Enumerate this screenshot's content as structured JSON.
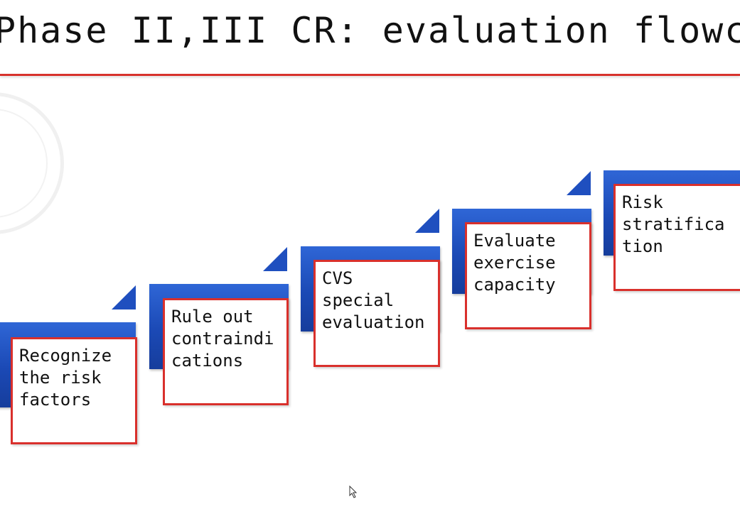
{
  "slide": {
    "title": "Phase II,III CR: evaluation flowchat"
  },
  "colors": {
    "accent_red": "#d9302c",
    "step_blue": "#1b49b5",
    "text": "#111111"
  },
  "steps": [
    {
      "label": "Recognize\nthe risk\nfactors"
    },
    {
      "label": "Rule out\ncontraindi\ncations"
    },
    {
      "label": "CVS\nspecial\nevaluation"
    },
    {
      "label": "Evaluate\nexercise\ncapacity"
    },
    {
      "label": "Risk\nstratifica\ntion"
    }
  ]
}
